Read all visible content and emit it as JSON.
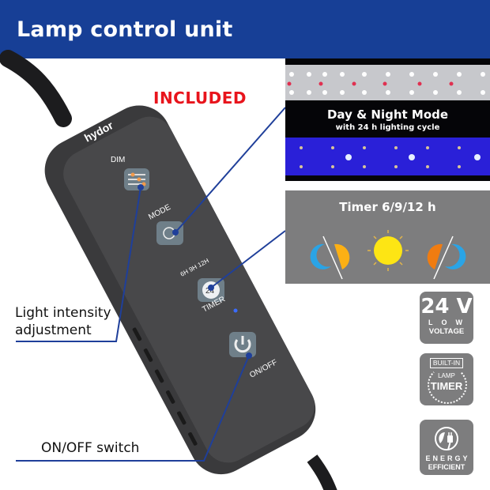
{
  "header": {
    "title": "Lamp control unit"
  },
  "badge_included": "INCLUDED",
  "device": {
    "brand": "hydor",
    "buttons": [
      {
        "label": "DIM",
        "icon": "sliders-icon"
      },
      {
        "label": "MODE",
        "icon": "day-night-icon"
      },
      {
        "label": "TIMER",
        "icon": "clock-24-icon",
        "icon_text": "24"
      },
      {
        "label": "ON/OFF",
        "icon": "power-icon"
      }
    ],
    "timer_leds": [
      "6H",
      "9H",
      "12H"
    ]
  },
  "callouts": {
    "light_intensity": [
      "Light intensity",
      "adjustment"
    ],
    "onoff": "ON/OFF switch"
  },
  "panels": {
    "day_night": {
      "title": "Day & Night Mode",
      "subtitle": "with 24 h lighting cycle"
    },
    "timer": {
      "title": "Timer 6/9/12 h",
      "icons": [
        "sunrise-icon",
        "sun-icon",
        "sunset-icon"
      ]
    }
  },
  "badges": {
    "voltage": {
      "value": "24 V",
      "line1": "LOW",
      "line2": "VOLTAGE"
    },
    "timer": {
      "line1": "BUILT-IN",
      "line2": "LAMP",
      "line3": "TIMER"
    },
    "energy": {
      "line1": "ENERGY",
      "line2": "EFFICIENT",
      "icon": "plug-leaf-icon"
    }
  },
  "colors": {
    "brand_blue": "#173f96",
    "included_red": "#e8141c",
    "badge_gray": "#7d7d7e",
    "callout_line": "#1f3f9a"
  }
}
